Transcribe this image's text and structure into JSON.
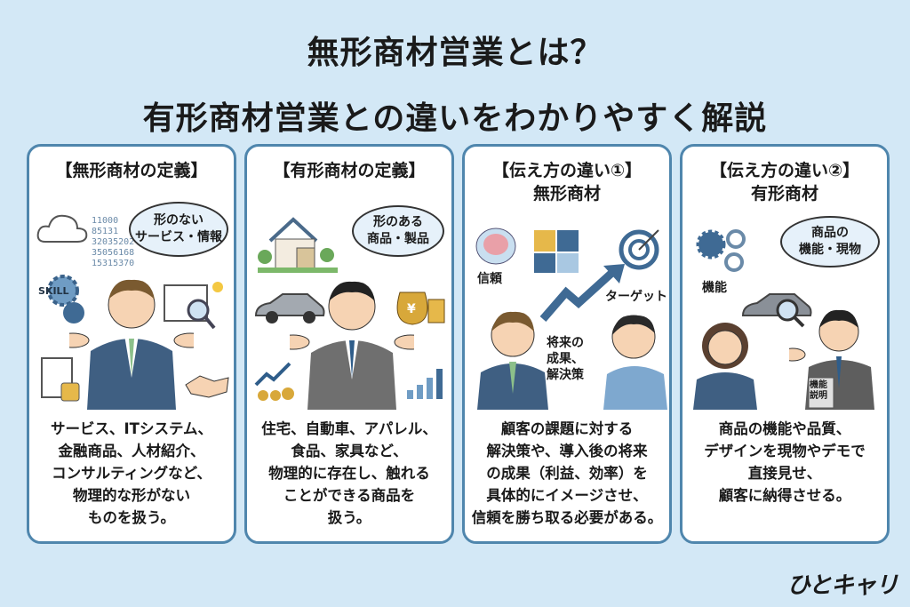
{
  "title": {
    "line1": "無形商材営業とは？",
    "line2": "有形商材営業との違いをわかりやすく解説"
  },
  "cards": [
    {
      "heading": "【無形商材の定義】",
      "bubble": "形のない\nサービス・情報",
      "labels": [
        "SKILL"
      ],
      "binary": "11000\n85131\n32035202\n35056168\n15315370",
      "body": "サービス、ITシステム、\n金融商品、人材紹介、\nコンサルティングなど、\n物理的な形がない\nものを扱う。",
      "tie": "#8cc08a",
      "suit": "#3f5f82"
    },
    {
      "heading": "【有形商材の定義】",
      "bubble": "形のある\n商品・製品",
      "labels": [
        "¥"
      ],
      "body": "住宅、自動車、アパレル、\n食品、家具など、\n物理的に存在し、触れる\nことができる商品を\n扱う。",
      "tie": "#2f5d8a",
      "suit": "#6f6f6f"
    },
    {
      "heading": "【伝え方の違い①】\n無形商材",
      "labels": [
        "信頼",
        "ターゲット",
        "将来の\n成果、\n解決策"
      ],
      "body": "顧客の課題に対する\n解決策や、導入後の将来\nの成果（利益、効率）を\n具体的にイメージさせ、\n信頼を勝ち取る必要がある。",
      "tie": "#8cc08a",
      "suit": "#3f5f82"
    },
    {
      "heading": "【伝え方の違い②】\n有形商材",
      "bubble": "商品の\n機能・現物",
      "labels": [
        "機能",
        "機能\n説明"
      ],
      "body": "商品の機能や品質、\nデザインを現物やデモで\n直接見せ、\n顧客に納得させる。",
      "tie": "#2f5d8a",
      "suit": "#5e5e5e"
    }
  ],
  "logo": "ひとキャリ",
  "colors": {
    "background": "#d3e8f6",
    "card_border": "#4f86ad"
  }
}
